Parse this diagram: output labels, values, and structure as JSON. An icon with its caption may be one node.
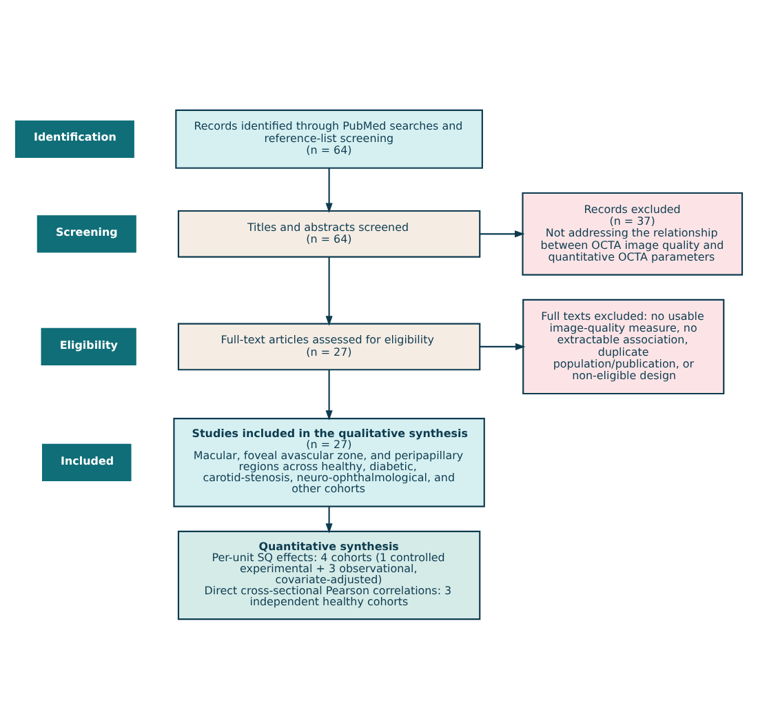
{
  "diagram": {
    "nodes": [
      {
        "text": [
          "Identification"
        ]
      },
      {
        "text": [
          "Records identified through PubMed searches and reference-list screening",
          "(n = 64)"
        ]
      },
      {
        "text": [
          "Screening"
        ]
      },
      {
        "text": [
          "Titles and abstracts screened",
          "(n = 64)"
        ]
      },
      {
        "text": [
          "Records excluded",
          "(n = 37)",
          "Not addressing the relationship between OCTA image quality and quantitative OCTA parameters"
        ]
      },
      {
        "text": [
          "Eligibility"
        ]
      },
      {
        "text": [
          "Full-text articles assessed for eligibility",
          "(n = 27)"
        ]
      },
      {
        "text": [
          "Full texts excluded: no usable image-quality measure, no extractable association, duplicate population/publication, or non-eligible design"
        ]
      },
      {
        "text": [
          "Included"
        ]
      },
      {
        "text": [
          "Studies included in the qualitative synthesis",
          "(n = 27)",
          "Macular, foveal avascular zone, and peripapillary regions across healthy, diabetic, carotid-stenosis, neuro-ophthalmological, and other cohorts"
        ]
      },
      {
        "text": [
          "Quantitative synthesis",
          "Per-unit SQ effects: 4 cohorts (1 controlled experimental + 3 observational, covariate-adjusted)",
          "Direct cross-sectional Pearson correlations: 3 independent healthy cohorts"
        ]
      }
    ],
    "edges": [
      {
        "from": 1,
        "to": 3,
        "arrow": "to"
      },
      {
        "from": 3,
        "to": 4,
        "arrow": "to"
      },
      {
        "from": 3,
        "to": 6,
        "arrow": "to"
      },
      {
        "from": 6,
        "to": 7,
        "arrow": "to"
      },
      {
        "from": 6,
        "to": 9,
        "arrow": "to"
      },
      {
        "from": 9,
        "to": 10,
        "arrow": "to"
      }
    ]
  }
}
